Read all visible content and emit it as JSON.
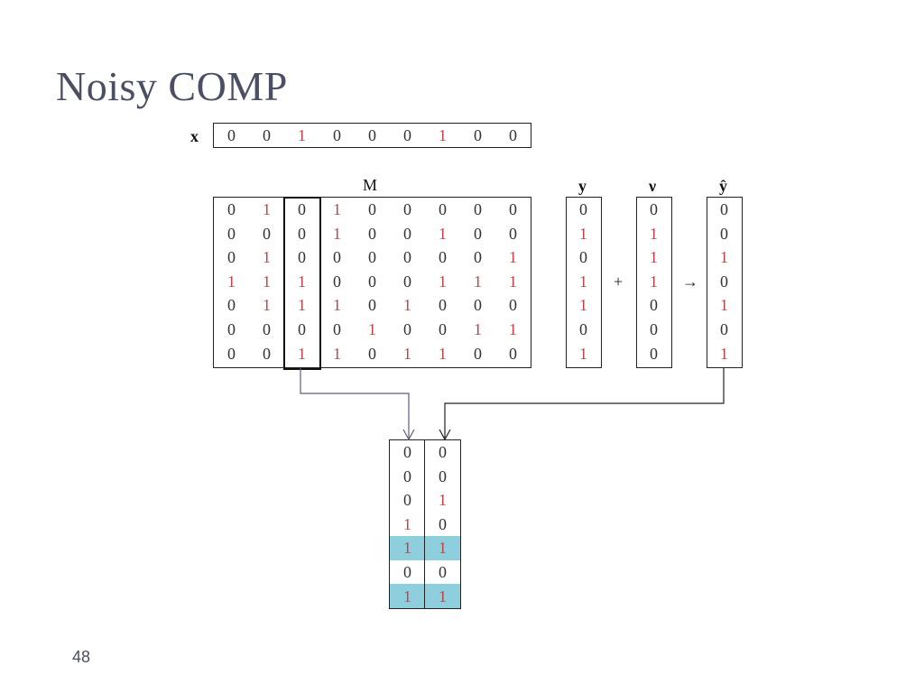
{
  "slide": {
    "title": "Noisy COMP",
    "page_number": "48"
  },
  "labels": {
    "x": "x",
    "M": "M",
    "y": "y",
    "nu": "ν",
    "yhat": "ŷ"
  },
  "symbols": {
    "plus": "+",
    "arrow": "→"
  },
  "colors": {
    "one": "#c0444a",
    "zero": "#333333",
    "highlight": "#8ecfdd",
    "text": "#4a4f63"
  },
  "x_vector": [
    "0",
    "0",
    "1",
    "0",
    "0",
    "0",
    "1",
    "0",
    "0"
  ],
  "matrix_M": [
    [
      "0",
      "1",
      "0",
      "1",
      "0",
      "0",
      "0",
      "0",
      "0"
    ],
    [
      "0",
      "0",
      "0",
      "1",
      "0",
      "0",
      "1",
      "0",
      "0"
    ],
    [
      "0",
      "1",
      "0",
      "0",
      "0",
      "0",
      "0",
      "0",
      "1"
    ],
    [
      "1",
      "1",
      "1",
      "0",
      "0",
      "0",
      "1",
      "1",
      "1"
    ],
    [
      "0",
      "1",
      "1",
      "1",
      "0",
      "1",
      "0",
      "0",
      "0"
    ],
    [
      "0",
      "0",
      "0",
      "0",
      "1",
      "0",
      "0",
      "1",
      "1"
    ],
    [
      "0",
      "0",
      "1",
      "1",
      "0",
      "1",
      "1",
      "0",
      "0"
    ]
  ],
  "y_vector": [
    "0",
    "1",
    "0",
    "1",
    "1",
    "0",
    "1"
  ],
  "nu_vector": [
    "0",
    "1",
    "1",
    "1",
    "0",
    "0",
    "0"
  ],
  "yhat_vector": [
    "0",
    "0",
    "1",
    "0",
    "1",
    "0",
    "1"
  ],
  "comparison": {
    "left": [
      "0",
      "0",
      "0",
      "1",
      "1",
      "0",
      "1"
    ],
    "right": [
      "0",
      "0",
      "1",
      "0",
      "1",
      "0",
      "1"
    ],
    "highlighted_rows": [
      4,
      6
    ]
  }
}
